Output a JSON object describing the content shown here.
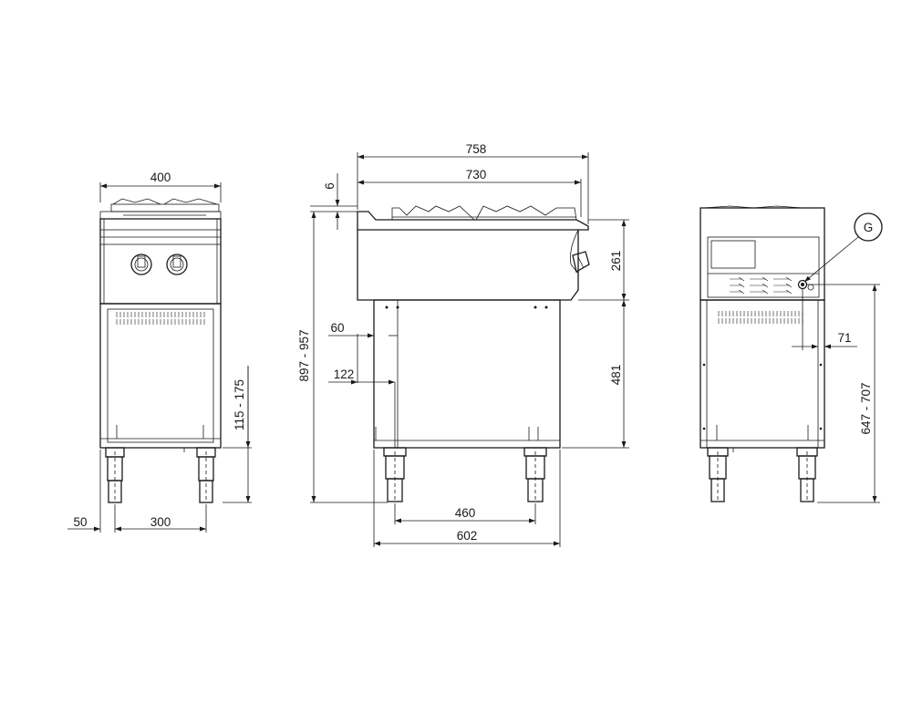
{
  "dimensions": {
    "front_width": "400",
    "leg_offset": "50",
    "leg_spacing_front": "300",
    "leg_height": "115 - 175",
    "overall_depth": "758",
    "top_depth": "730",
    "top_step": "6",
    "total_height": "897 - 957",
    "body_height": "261",
    "cabinet_height": "481",
    "offset_60": "60",
    "offset_122": "122",
    "leg_spacing_side": "460",
    "cabinet_depth": "602",
    "connection_offset": "71",
    "connection_height": "647 - 707"
  },
  "labels": {
    "gas_connection": "G"
  },
  "colors": {
    "line": "#1a1a1a",
    "background": "#ffffff"
  }
}
